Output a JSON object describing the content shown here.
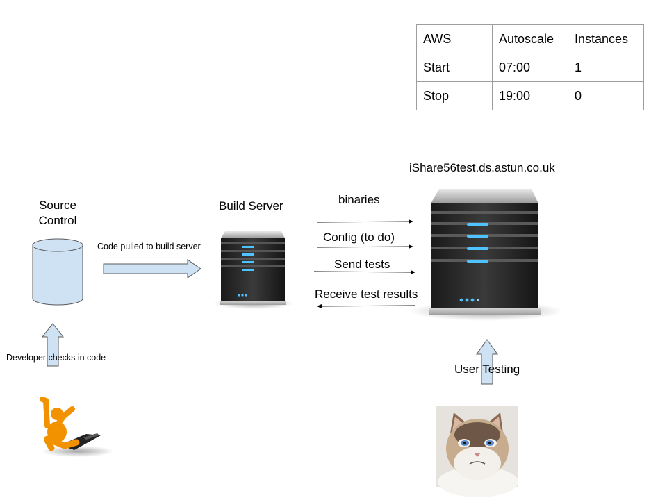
{
  "table": {
    "header": [
      "AWS",
      "Autoscale",
      "Instances"
    ],
    "rows": [
      [
        "Start",
        "07:00",
        "1"
      ],
      [
        "Stop",
        "19:00",
        "0"
      ]
    ]
  },
  "labels": {
    "source_control": "Source Control",
    "build_server": "Build Server",
    "test_server": "iShare56test.ds.astun.co.uk",
    "code_pulled": "Code pulled to build server",
    "developer_checks": "Developer checks in code",
    "user_testing": "User Testing",
    "binaries": "binaries",
    "config": "Config (to do)",
    "send_tests": "Send tests",
    "receive_results": "Receive test results"
  },
  "colors": {
    "shape_fill": "#cfe2f3",
    "led_blue": "#4fc3ff",
    "figure_orange": "#f39200"
  }
}
